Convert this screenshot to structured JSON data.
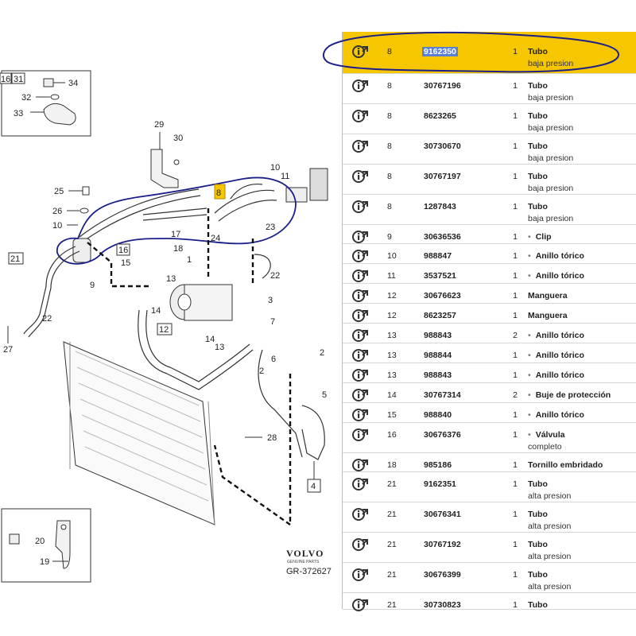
{
  "diagram": {
    "code": "GR-372627",
    "brand": "VOLVO",
    "brand_sub": "GENUINE PARTS",
    "callouts": {
      "c1": "1",
      "c2a": "2",
      "c2b": "2",
      "c3": "3",
      "c4": "4",
      "c5": "5",
      "c6": "6",
      "c7": "7",
      "c8": "8",
      "c9": "9",
      "c10a": "10",
      "c10b": "10",
      "c11": "11",
      "c12": "12",
      "c13a": "13",
      "c13b": "13",
      "c14a": "14",
      "c14b": "14",
      "c15": "15",
      "c16a": "16",
      "c16b": "16",
      "c17": "17",
      "c18": "18",
      "c19": "19",
      "c20": "20",
      "c21": "21",
      "c22a": "22",
      "c22b": "22",
      "c23": "23",
      "c24": "24",
      "c25": "25",
      "c26": "26",
      "c27": "27",
      "c28": "28",
      "c29": "29",
      "c30": "30",
      "c31": "31",
      "c32": "32",
      "c33": "33",
      "c34": "34"
    }
  },
  "parts": [
    {
      "ref": "8",
      "pn": "9162350",
      "qty": "1",
      "desc": "Tubo",
      "desc2": "baja presion",
      "highlight": true,
      "bullet": false
    },
    {
      "ref": "8",
      "pn": "30767196",
      "qty": "1",
      "desc": "Tubo",
      "desc2": "baja presion",
      "bullet": false
    },
    {
      "ref": "8",
      "pn": "8623265",
      "qty": "1",
      "desc": "Tubo",
      "desc2": "baja presion",
      "bullet": false
    },
    {
      "ref": "8",
      "pn": "30730670",
      "qty": "1",
      "desc": "Tubo",
      "desc2": "baja presion",
      "bullet": false
    },
    {
      "ref": "8",
      "pn": "30767197",
      "qty": "1",
      "desc": "Tubo",
      "desc2": "baja presion",
      "bullet": false
    },
    {
      "ref": "8",
      "pn": "1287843",
      "qty": "1",
      "desc": "Tubo",
      "desc2": "baja presion",
      "bullet": false
    },
    {
      "ref": "9",
      "pn": "30636536",
      "qty": "1",
      "desc": "Clip",
      "desc2": "",
      "bullet": true
    },
    {
      "ref": "10",
      "pn": "988847",
      "qty": "1",
      "desc": "Anillo tórico",
      "desc2": "",
      "bullet": true
    },
    {
      "ref": "11",
      "pn": "3537521",
      "qty": "1",
      "desc": "Anillo tórico",
      "desc2": "",
      "bullet": true
    },
    {
      "ref": "12",
      "pn": "30676623",
      "qty": "1",
      "desc": "Manguera",
      "desc2": "",
      "bullet": false
    },
    {
      "ref": "12",
      "pn": "8623257",
      "qty": "1",
      "desc": "Manguera",
      "desc2": "",
      "bullet": false
    },
    {
      "ref": "13",
      "pn": "988843",
      "qty": "2",
      "desc": "Anillo tórico",
      "desc2": "",
      "bullet": true
    },
    {
      "ref": "13",
      "pn": "988844",
      "qty": "1",
      "desc": "Anillo tórico",
      "desc2": "",
      "bullet": true
    },
    {
      "ref": "13",
      "pn": "988843",
      "qty": "1",
      "desc": "Anillo tórico",
      "desc2": "",
      "bullet": true
    },
    {
      "ref": "14",
      "pn": "30767314",
      "qty": "2",
      "desc": "Buje de protección",
      "desc2": "",
      "bullet": true
    },
    {
      "ref": "15",
      "pn": "988840",
      "qty": "1",
      "desc": "Anillo tórico",
      "desc2": "",
      "bullet": true
    },
    {
      "ref": "16",
      "pn": "30676376",
      "qty": "1",
      "desc": "Válvula",
      "desc2": "completo",
      "bullet": true
    },
    {
      "ref": "18",
      "pn": "985186",
      "qty": "1",
      "desc": "Tornillo embridado",
      "desc2": "",
      "bullet": false
    },
    {
      "ref": "21",
      "pn": "9162351",
      "qty": "1",
      "desc": "Tubo",
      "desc2": "alta presion",
      "bullet": false
    },
    {
      "ref": "21",
      "pn": "30676341",
      "qty": "1",
      "desc": "Tubo",
      "desc2": "alta presion",
      "bullet": false
    },
    {
      "ref": "21",
      "pn": "30767192",
      "qty": "1",
      "desc": "Tubo",
      "desc2": "alta presion",
      "bullet": false
    },
    {
      "ref": "21",
      "pn": "30676399",
      "qty": "1",
      "desc": "Tubo",
      "desc2": "alta presion",
      "bullet": false
    },
    {
      "ref": "21",
      "pn": "30730823",
      "qty": "1",
      "desc": "Tubo",
      "desc2": "",
      "bullet": false
    }
  ],
  "colors": {
    "highlight": "#f6c600",
    "selection": "#5b7fd1",
    "oval": "#1b1f8a",
    "callout8": "#f6c600"
  }
}
